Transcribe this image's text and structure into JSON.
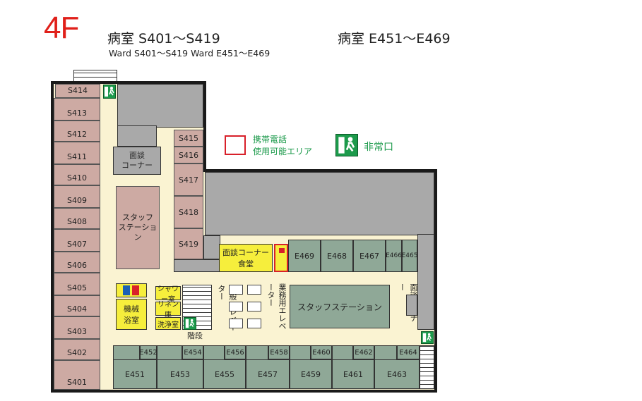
{
  "header": {
    "floor": "4F",
    "ward_s_jp": "病室 S401〜S419",
    "ward_e_jp": "病室 E451〜E469",
    "ward_en": "Ward S401〜S419  Ward E451〜E469"
  },
  "legend": {
    "phone_line1": "携帯電話",
    "phone_line2": "使用可能エリア",
    "exit_label": "非常口",
    "phone_color": "#d8202a",
    "exit_color": "#1c9a4b"
  },
  "colors": {
    "s_room": "#cdaaa3",
    "e_room": "#8fa897",
    "corridor": "#faf3d2",
    "gray": "#a9a9a9",
    "yellow": "#f6ee3c"
  },
  "s_rooms": [
    "S414",
    "S413",
    "S412",
    "S411",
    "S410",
    "S409",
    "S408",
    "S407",
    "S406",
    "S405",
    "S404",
    "S403",
    "S402",
    "S401"
  ],
  "s_inner_rooms": [
    "S415",
    "S416",
    "S417",
    "S418",
    "S419"
  ],
  "e_top_rooms": [
    "E469",
    "E468",
    "E467",
    "E466",
    "E465"
  ],
  "e_bottom_labels": [
    "E452",
    "E454",
    "E456",
    "E458",
    "E460",
    "E462",
    "E464"
  ],
  "e_bottom_rooms": [
    "E451",
    "E453",
    "E455",
    "E457",
    "E459",
    "E461",
    "E463"
  ],
  "areas": {
    "interview_left_1": "面談",
    "interview_left_2": "コーナー",
    "staff_left_1": "スタッフ",
    "staff_left_2": "ステーション",
    "interview_dining_1": "面談コーナー",
    "interview_dining_2": "食堂",
    "bath_1": "機械",
    "bath_2": "浴室",
    "shower": "シャワー室",
    "linen": "リネン庫",
    "washroom": "洗浄室",
    "stairs": "階段",
    "general_elevator": "一般エレベーター",
    "service_elevator": "業務用エレベーター",
    "staff_station_main": "スタッフステーション",
    "interview_right": "面談コーナー"
  }
}
